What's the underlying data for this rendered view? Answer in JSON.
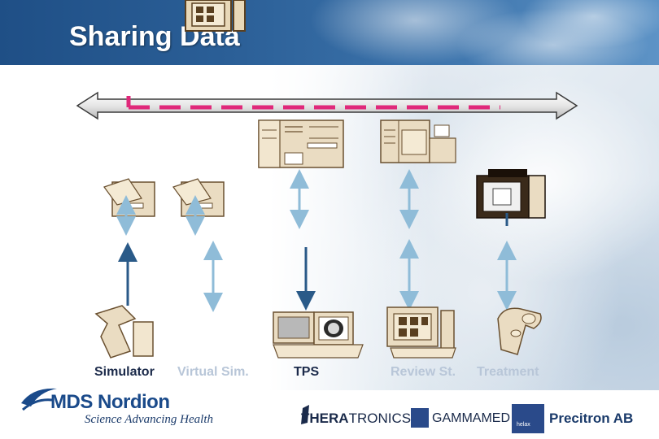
{
  "slide": {
    "title": "Sharing Data"
  },
  "labels": {
    "simulator": "Simulator",
    "virtual_sim": "Virtual Sim.",
    "tps": "TPS",
    "review_station": "Review St.",
    "treatment": "Treatment"
  },
  "logos": {
    "mds_brand": "MDS Nordion",
    "mds_tagline": "Science Advancing Health",
    "theratronics_prefix": "THERA",
    "theratronics_suffix": "TRONICS",
    "gammamed": "GAMMAMED",
    "helax": "helax",
    "precitron": "Precitron AB"
  },
  "colors": {
    "title_bar": "#2b5f97",
    "network_dash": "#e0287a",
    "arrow_light": "#8fbcd8",
    "arrow_dark": "#2a5a88",
    "label_active": "#1b2a4a",
    "label_faded": "#b8c6d8"
  }
}
